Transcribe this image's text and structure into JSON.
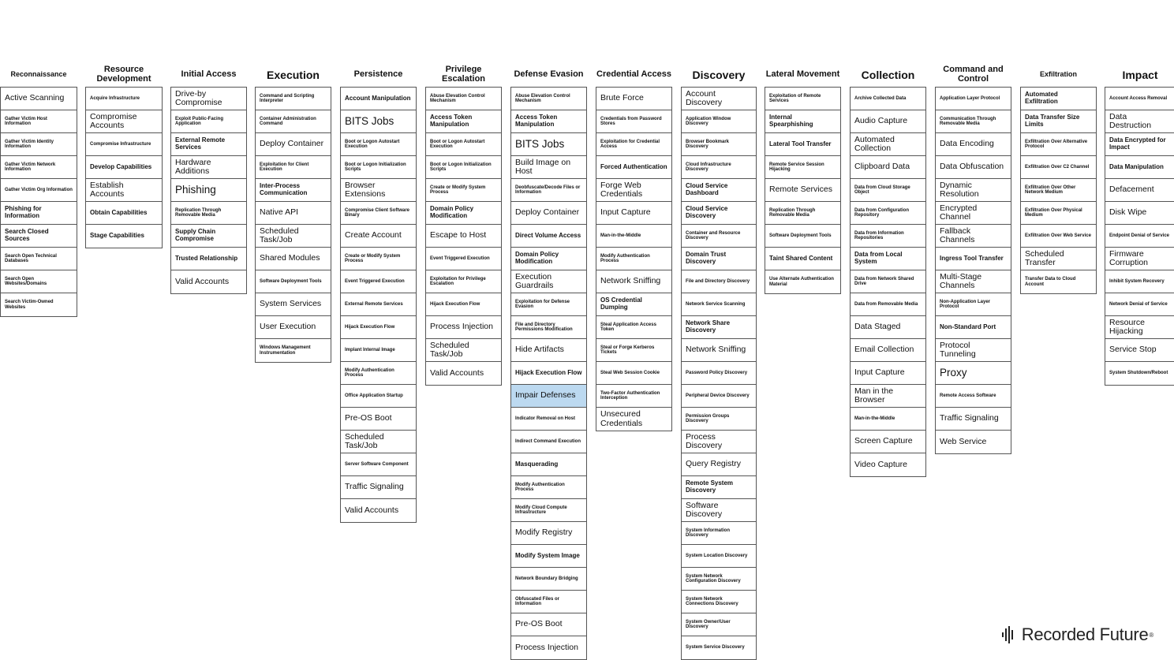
{
  "brand": {
    "name": "Recorded Future",
    "mark": "®"
  },
  "columns": [
    {
      "title": "Reconnaissance",
      "hsize": "small",
      "items": [
        [
          "t",
          "Active Scanning"
        ],
        [
          "s",
          "Gather Victim Host Information"
        ],
        [
          "s",
          "Gather Victim Identity Information"
        ],
        [
          "s",
          "Gather Victim Network Information"
        ],
        [
          "s",
          "Gather Victim Org Information"
        ],
        [
          "m",
          "Phishing for Information"
        ],
        [
          "m",
          "Search Closed Sources"
        ],
        [
          "s",
          "Search Open Technical Databases"
        ],
        [
          "s",
          "Search Open Websites/Domains"
        ],
        [
          "s",
          "Search Victim-Owned Websites"
        ]
      ]
    },
    {
      "title": "Resource Development",
      "hsize": "med",
      "items": [
        [
          "s",
          "Acquire Infrastructure"
        ],
        [
          "t",
          "Compromise Accounts"
        ],
        [
          "s",
          "Compromise Infrastructure"
        ],
        [
          "m",
          "Develop Capabilities"
        ],
        [
          "t",
          "Establish Accounts"
        ],
        [
          "m",
          "Obtain Capabilities"
        ],
        [
          "m",
          "Stage Capabilities"
        ]
      ]
    },
    {
      "title": "Initial Access",
      "hsize": "med",
      "items": [
        [
          "t",
          "Drive-by Compromise"
        ],
        [
          "s",
          "Exploit Public-Facing Application"
        ],
        [
          "m",
          "External Remote Services"
        ],
        [
          "t",
          "Hardware Additions"
        ],
        [
          "b",
          "Phishing"
        ],
        [
          "s",
          "Replication Through Removable Media"
        ],
        [
          "m",
          "Supply Chain Compromise"
        ],
        [
          "m",
          "Trusted Relationship"
        ],
        [
          "t",
          "Valid Accounts"
        ]
      ]
    },
    {
      "title": "Execution",
      "hsize": "big",
      "items": [
        [
          "s",
          "Command and Scripting Interpreter"
        ],
        [
          "s",
          "Container Administration Command"
        ],
        [
          "t",
          "Deploy Container"
        ],
        [
          "s",
          "Exploitation for Client Execution"
        ],
        [
          "m",
          "Inter-Process Communication"
        ],
        [
          "t",
          "Native API"
        ],
        [
          "t",
          "Scheduled Task/Job"
        ],
        [
          "t",
          "Shared Modules"
        ],
        [
          "s",
          "Software Deployment Tools"
        ],
        [
          "t",
          "System Services"
        ],
        [
          "t",
          "User Execution"
        ],
        [
          "s",
          "Windows Management Instrumentation"
        ]
      ]
    },
    {
      "title": "Persistence",
      "hsize": "med",
      "items": [
        [
          "m",
          "Account Manipulation"
        ],
        [
          "b",
          "BITS Jobs"
        ],
        [
          "s",
          "Boot or Logon Autostart Execution"
        ],
        [
          "s",
          "Boot or Logon Initialization Scripts"
        ],
        [
          "t",
          "Browser Extensions"
        ],
        [
          "s",
          "Compromise Client Software Binary"
        ],
        [
          "t",
          "Create Account"
        ],
        [
          "s",
          "Create or Modify System Process"
        ],
        [
          "s",
          "Event Triggered Execution"
        ],
        [
          "s",
          "External Remote Services"
        ],
        [
          "s",
          "Hijack Execution Flow"
        ],
        [
          "s",
          "Implant Internal Image"
        ],
        [
          "s",
          "Modify Authentication Process"
        ],
        [
          "s",
          "Office Application Startup"
        ],
        [
          "t",
          "Pre-OS Boot"
        ],
        [
          "t",
          "Scheduled Task/Job"
        ],
        [
          "s",
          "Server Software Component"
        ],
        [
          "t",
          "Traffic Signaling"
        ],
        [
          "t",
          "Valid Accounts"
        ]
      ]
    },
    {
      "title": "Privilege Escalation",
      "hsize": "med",
      "items": [
        [
          "s",
          "Abuse Elevation Control Mechanism"
        ],
        [
          "m",
          "Access Token Manipulation"
        ],
        [
          "s",
          "Boot or Logon Autostart Execution"
        ],
        [
          "s",
          "Boot or Logon Initialization Scripts"
        ],
        [
          "s",
          "Create or Modify System Process"
        ],
        [
          "m",
          "Domain Policy Modification"
        ],
        [
          "t",
          "Escape to Host"
        ],
        [
          "s",
          "Event Triggered Execution"
        ],
        [
          "s",
          "Exploitation for Privilege Escalation"
        ],
        [
          "s",
          "Hijack Execution Flow"
        ],
        [
          "t",
          "Process Injection"
        ],
        [
          "t",
          "Scheduled Task/Job"
        ],
        [
          "t",
          "Valid Accounts"
        ]
      ]
    },
    {
      "title": "Defense Evasion",
      "hsize": "med",
      "items": [
        [
          "s",
          "Abuse Elevation Control Mechanism"
        ],
        [
          "m",
          "Access Token Manipulation"
        ],
        [
          "b",
          "BITS Jobs"
        ],
        [
          "t",
          "Build Image on Host"
        ],
        [
          "s",
          "Deobfuscate/Decode Files or Information"
        ],
        [
          "t",
          "Deploy Container"
        ],
        [
          "m",
          "Direct Volume Access"
        ],
        [
          "m",
          "Domain Policy Modification"
        ],
        [
          "t",
          "Execution Guardrails"
        ],
        [
          "s",
          "Exploitation for Defense Evasion"
        ],
        [
          "s",
          "File and Directory Permissions Modification"
        ],
        [
          "t",
          "Hide Artifacts"
        ],
        [
          "m",
          "Hijack Execution Flow"
        ],
        [
          "t",
          "Impair Defenses",
          "hl"
        ],
        [
          "s",
          "Indicator Removal on Host"
        ],
        [
          "s",
          "Indirect Command Execution"
        ],
        [
          "m",
          "Masquerading"
        ],
        [
          "s",
          "Modify Authentication Process"
        ],
        [
          "s",
          "Modify Cloud Compute Infrastructure"
        ],
        [
          "t",
          "Modify Registry"
        ],
        [
          "m",
          "Modify System Image"
        ],
        [
          "s",
          "Network Boundary Bridging"
        ],
        [
          "s",
          "Obfuscated Files or Information"
        ],
        [
          "t",
          "Pre-OS Boot"
        ],
        [
          "t",
          "Process Injection"
        ]
      ]
    },
    {
      "title": "Credential Access",
      "hsize": "med",
      "items": [
        [
          "t",
          "Brute Force"
        ],
        [
          "s",
          "Credentials from Password Stores"
        ],
        [
          "s",
          "Exploitation for Credential Access"
        ],
        [
          "m",
          "Forced Authentication"
        ],
        [
          "t",
          "Forge Web Credentials"
        ],
        [
          "t",
          "Input Capture"
        ],
        [
          "s",
          "Man-in-the-Middle"
        ],
        [
          "s",
          "Modify Authentication Process"
        ],
        [
          "t",
          "Network Sniffing"
        ],
        [
          "m",
          "OS Credential Dumping"
        ],
        [
          "s",
          "Steal Application Access Token"
        ],
        [
          "s",
          "Steal or Forge Kerberos Tickets"
        ],
        [
          "s",
          "Steal Web Session Cookie"
        ],
        [
          "s",
          "Two-Factor Authentication Interception"
        ],
        [
          "t",
          "Unsecured Credentials"
        ]
      ]
    },
    {
      "title": "Discovery",
      "hsize": "big",
      "items": [
        [
          "t",
          "Account Discovery"
        ],
        [
          "s",
          "Application Window Discovery"
        ],
        [
          "s",
          "Browser Bookmark Discovery"
        ],
        [
          "s",
          "Cloud Infrastructure Discovery"
        ],
        [
          "m",
          "Cloud Service Dashboard"
        ],
        [
          "m",
          "Cloud Service Discovery"
        ],
        [
          "s",
          "Container and Resource Discovery"
        ],
        [
          "m",
          "Domain Trust Discovery"
        ],
        [
          "s",
          "File and Directory Discovery"
        ],
        [
          "s",
          "Network Service Scanning"
        ],
        [
          "m",
          "Network Share Discovery"
        ],
        [
          "t",
          "Network Sniffing"
        ],
        [
          "s",
          "Password Policy Discovery"
        ],
        [
          "s",
          "Peripheral Device Discovery"
        ],
        [
          "s",
          "Permission Groups Discovery"
        ],
        [
          "t",
          "Process Discovery"
        ],
        [
          "t",
          "Query Registry"
        ],
        [
          "m",
          "Remote System Discovery"
        ],
        [
          "t",
          "Software Discovery"
        ],
        [
          "s",
          "System Information Discovery"
        ],
        [
          "s",
          "System Location Discovery"
        ],
        [
          "s",
          "System Network Configuration Discovery"
        ],
        [
          "s",
          "System Network Connections Discovery"
        ],
        [
          "s",
          "System Owner/User Discovery"
        ],
        [
          "s",
          "System Service Discovery"
        ]
      ]
    },
    {
      "title": "Lateral Movement",
      "hsize": "med",
      "items": [
        [
          "s",
          "Exploitation of Remote Services"
        ],
        [
          "m",
          "Internal Spearphishing"
        ],
        [
          "m",
          "Lateral Tool Transfer"
        ],
        [
          "s",
          "Remote Service Session Hijacking"
        ],
        [
          "t",
          "Remote Services"
        ],
        [
          "s",
          "Replication Through Removable Media"
        ],
        [
          "s",
          "Software Deployment Tools"
        ],
        [
          "m",
          "Taint Shared Content"
        ],
        [
          "s",
          "Use Alternate Authentication Material"
        ]
      ]
    },
    {
      "title": "Collection",
      "hsize": "big",
      "items": [
        [
          "s",
          "Archive Collected Data"
        ],
        [
          "t",
          "Audio Capture"
        ],
        [
          "t",
          "Automated Collection"
        ],
        [
          "t",
          "Clipboard Data"
        ],
        [
          "s",
          "Data from Cloud Storage Object"
        ],
        [
          "s",
          "Data from Configuration Repository"
        ],
        [
          "s",
          "Data from Information Repositories"
        ],
        [
          "m",
          "Data from Local System"
        ],
        [
          "s",
          "Data from Network Shared Drive"
        ],
        [
          "s",
          "Data from Removable Media"
        ],
        [
          "t",
          "Data Staged"
        ],
        [
          "t",
          "Email Collection"
        ],
        [
          "t",
          "Input Capture"
        ],
        [
          "t",
          "Man in the Browser"
        ],
        [
          "s",
          "Man-in-the-Middle"
        ],
        [
          "t",
          "Screen Capture"
        ],
        [
          "t",
          "Video Capture"
        ]
      ]
    },
    {
      "title": "Command and Control",
      "hsize": "med",
      "items": [
        [
          "s",
          "Application Layer Protocol"
        ],
        [
          "s",
          "Communication Through Removable Media"
        ],
        [
          "t",
          "Data Encoding"
        ],
        [
          "t",
          "Data Obfuscation"
        ],
        [
          "t",
          "Dynamic Resolution"
        ],
        [
          "t",
          "Encrypted Channel"
        ],
        [
          "t",
          "Fallback Channels"
        ],
        [
          "m",
          "Ingress Tool Transfer"
        ],
        [
          "t",
          "Multi-Stage Channels"
        ],
        [
          "s",
          "Non-Application Layer Protocol"
        ],
        [
          "m",
          "Non-Standard Port"
        ],
        [
          "t",
          "Protocol Tunneling"
        ],
        [
          "b",
          "Proxy"
        ],
        [
          "s",
          "Remote Access Software"
        ],
        [
          "t",
          "Traffic Signaling"
        ],
        [
          "t",
          "Web Service"
        ]
      ]
    },
    {
      "title": "Exfiltration",
      "hsize": "small",
      "items": [
        [
          "m",
          "Automated Exfiltration"
        ],
        [
          "m",
          "Data Transfer Size Limits"
        ],
        [
          "s",
          "Exfiltration Over Alternative Protocol"
        ],
        [
          "s",
          "Exfiltration Over C2 Channel"
        ],
        [
          "s",
          "Exfiltration Over Other Network Medium"
        ],
        [
          "s",
          "Exfiltration Over Physical Medium"
        ],
        [
          "s",
          "Exfiltration Over Web Service"
        ],
        [
          "t",
          "Scheduled Transfer"
        ],
        [
          "s",
          "Transfer Data to Cloud Account"
        ]
      ]
    },
    {
      "title": "Impact",
      "hsize": "big",
      "items": [
        [
          "s",
          "Account Access Removal"
        ],
        [
          "t",
          "Data Destruction"
        ],
        [
          "m",
          "Data Encrypted for Impact"
        ],
        [
          "m",
          "Data Manipulation"
        ],
        [
          "t",
          "Defacement"
        ],
        [
          "t",
          "Disk Wipe"
        ],
        [
          "s",
          "Endpoint Denial of Service"
        ],
        [
          "t",
          "Firmware Corruption"
        ],
        [
          "s",
          "Inhibit System Recovery"
        ],
        [
          "s",
          "Network Denial of Service"
        ],
        [
          "t",
          "Resource Hijacking"
        ],
        [
          "t",
          "Service Stop"
        ],
        [
          "s",
          "System Shutdown/Reboot"
        ]
      ]
    }
  ]
}
